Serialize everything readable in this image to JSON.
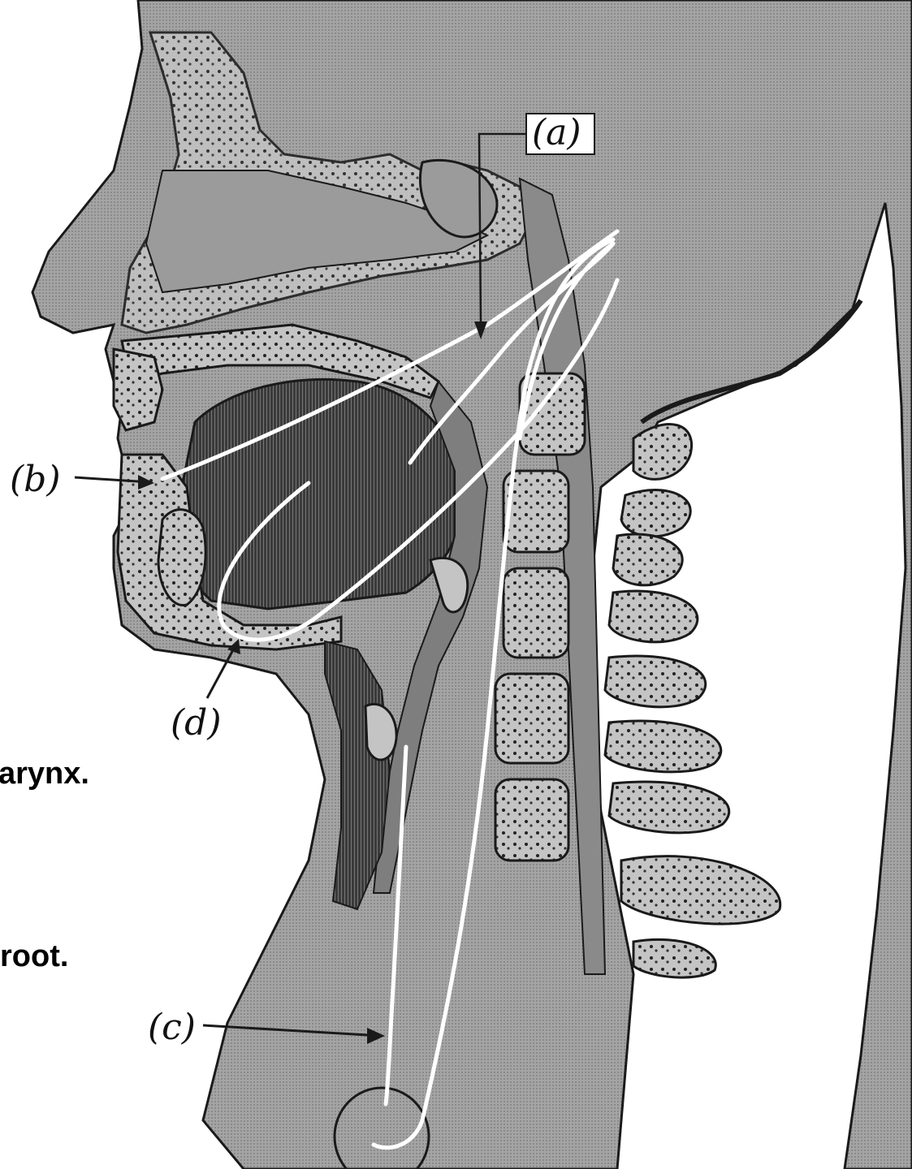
{
  "labels": {
    "a": "(a)",
    "b": "(b)",
    "c": "(c)",
    "d": "(d)"
  },
  "captions": {
    "larynx": "arynx.",
    "root": "root."
  },
  "colors": {
    "figure_fill": "#9b9b9b",
    "outline": "#1a1a1a",
    "bone_fill": "#b8b8b8",
    "nerve_path": "#ffffff"
  }
}
